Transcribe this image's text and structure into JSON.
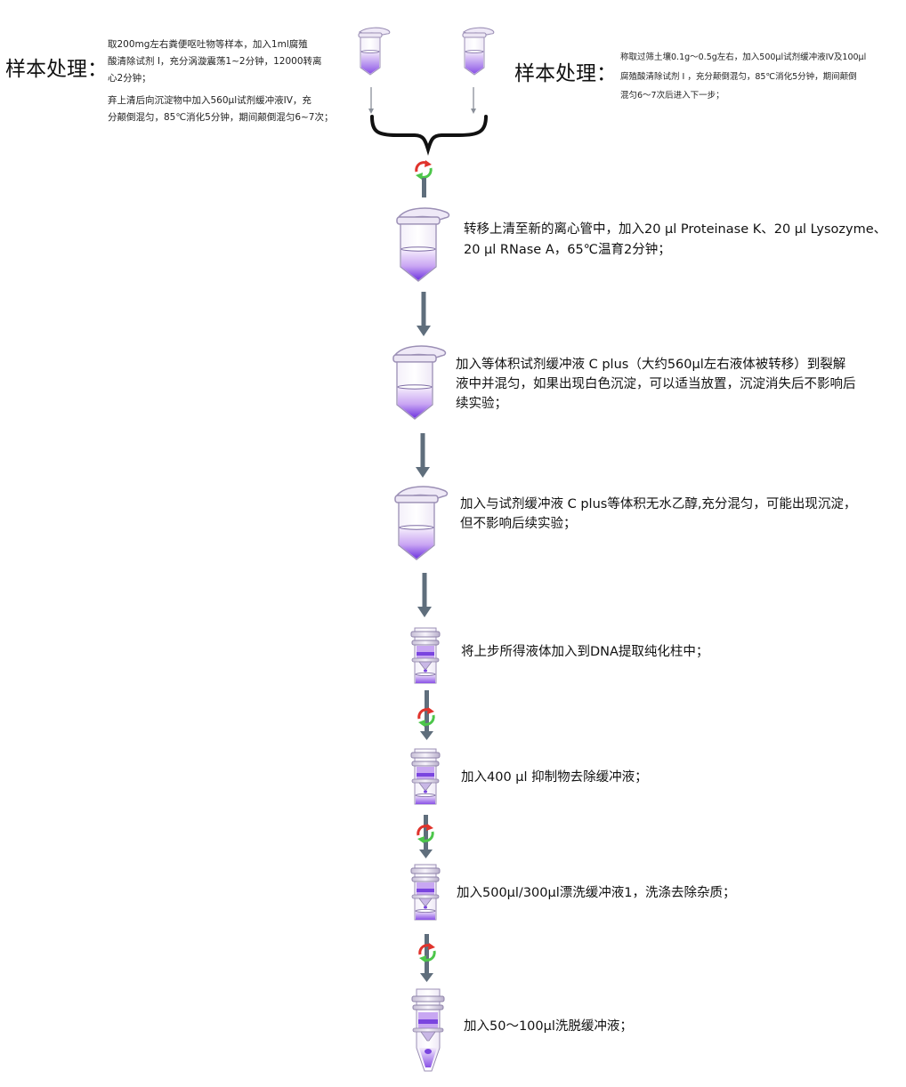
{
  "sample_left": {
    "heading": "样本处理：",
    "lines": [
      "取200mg左右粪便呕吐物等样本，加入1ml腐殖",
      "酸清除试剂 I，充分涡漩震荡1~2分钟，12000转离",
      "心2分钟；",
      "弃上清后向沉淀物中加入560μl试剂缓冲液IV，充",
      "分颠倒混匀，85℃消化5分钟，期间颠倒混匀6~7次；"
    ]
  },
  "sample_right": {
    "heading": "样本处理：",
    "lines": [
      "称取过筛土壤0.1g～0.5g左右，加入500μl试剂缓冲液IV及100μl",
      "腐殖酸清除试剂 I ，充分颠倒混匀，85℃消化5分钟，期间颠倒",
      "混匀6～7次后进入下一步；"
    ]
  },
  "steps": [
    {
      "lines": [
        "转移上清至新的离心管中，加入20 μl Proteinase K、20 μl Lysozyme、",
        "20 μl RNase A，65℃温育2分钟；"
      ]
    },
    {
      "lines": [
        "加入等体积试剂缓冲液 C plus（大约560μl左右液体被转移）到裂解",
        "液中并混匀，如果出现白色沉淀，可以适当放置，沉淀消失后不影响后",
        "续实验；"
      ]
    },
    {
      "lines": [
        "加入与试剂缓冲液 C plus等体积无水乙醇,充分混匀，可能出现沉淀，",
        "但不影响后续实验；"
      ]
    },
    {
      "lines": [
        "将上步所得液体加入到DNA提取纯化柱中；"
      ]
    },
    {
      "lines": [
        "加入400 μl 抑制物去除缓冲液；"
      ]
    },
    {
      "lines": [
        "加入500μl/300μl漂洗缓冲液1，洗涤去除杂质；"
      ]
    },
    {
      "lines": [
        "加入50～100μl洗脱缓冲液；"
      ]
    }
  ],
  "colors": {
    "arrow": "#5f6e7c",
    "liquid_top": "#f3eafb",
    "liquid_bottom": "#7b3fe0",
    "tube_outline": "#9b8fb5",
    "cycle_red": "#e0332c",
    "cycle_green": "#4cc64a"
  },
  "icons": [
    "centrifuge-tube-icon",
    "spin-column-icon",
    "centrifuge-cycle-icon",
    "down-arrow-icon",
    "curly-brace-icon"
  ]
}
